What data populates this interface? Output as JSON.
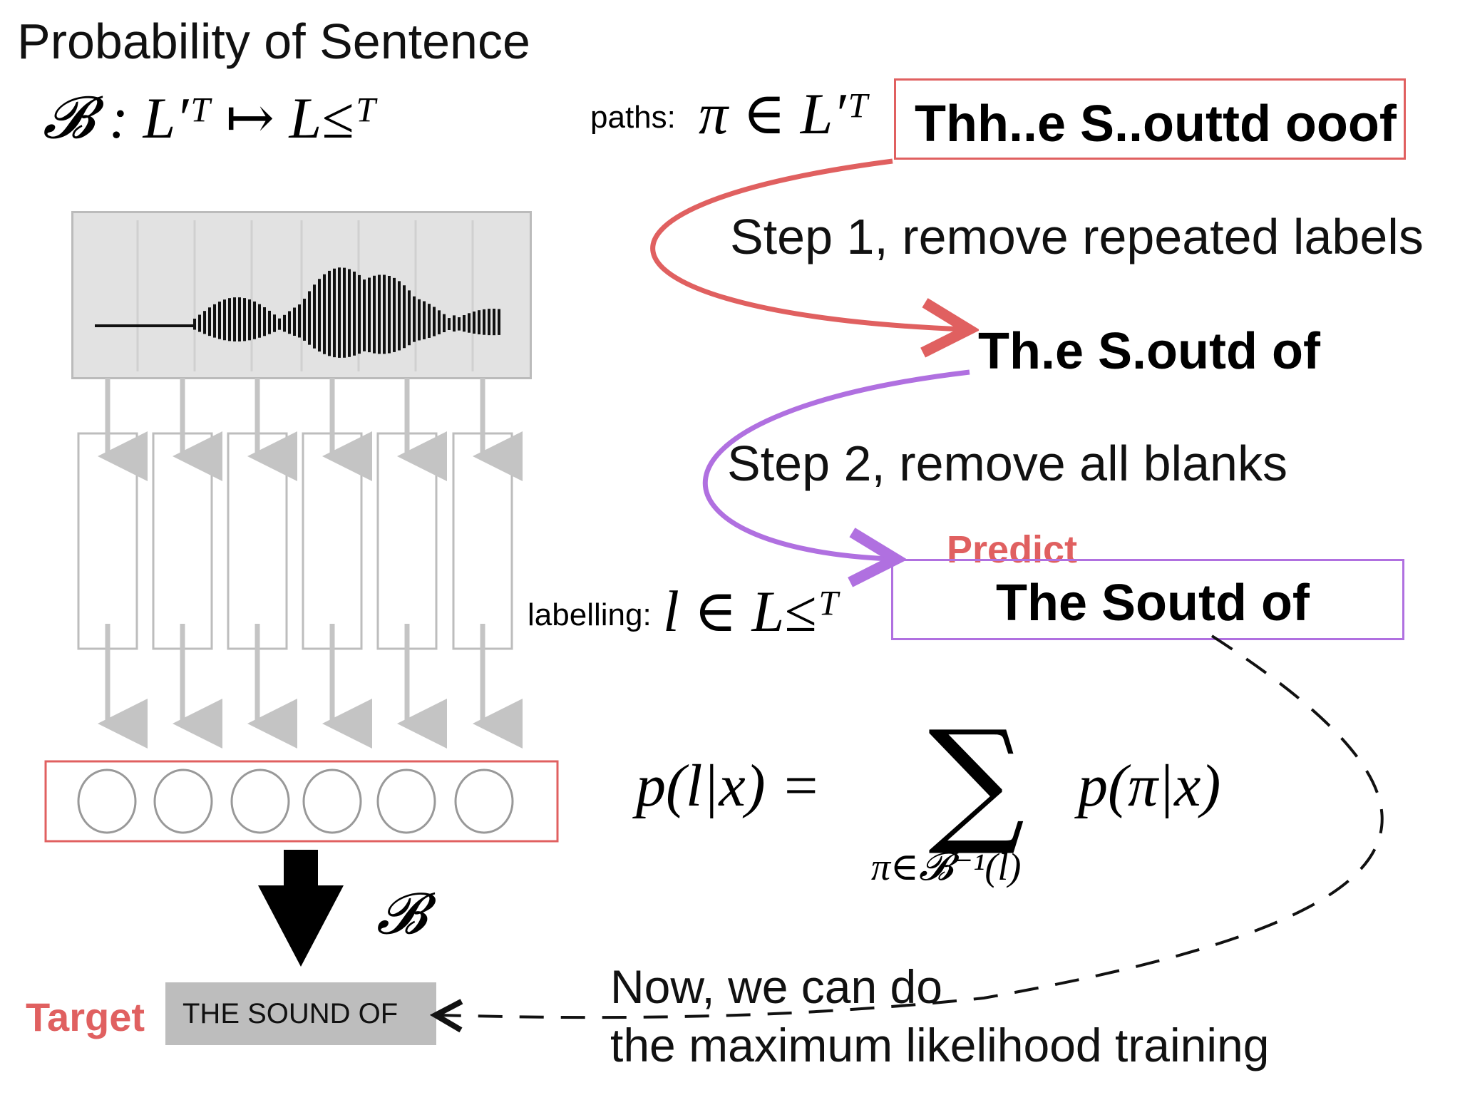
{
  "title": "Probability of Sentence",
  "mapping": "𝓑 : L′ᵀ ↦ L≤ᵀ",
  "paths": {
    "label": "paths:",
    "math": "π ∈ L′ᵀ",
    "example": "Thh..e S..outtd ooof"
  },
  "steps": {
    "step1": "Step 1, remove repeated labels",
    "collapsed": "Th.e S.outd of",
    "step2": "Step 2, remove all blanks"
  },
  "labelling": {
    "label": "labelling:",
    "math": "l ∈ L≤ᵀ",
    "predict_label": "Predict",
    "prediction": "The Soutd of"
  },
  "formula": {
    "lhs": "p(l|x) =",
    "sum": "∑",
    "subscript": "π∈𝓑⁻¹(l)",
    "rhs": "p(π|x)"
  },
  "b_symbol": "𝓑",
  "target": {
    "label": "Target",
    "text": "THE SOUND OF"
  },
  "note": {
    "line1": "Now, we can do",
    "line2": "the maximum likelihood training"
  },
  "icons": [
    "spectrogram-icon",
    "down-arrow-icon"
  ],
  "colors": {
    "red": "#e06060",
    "purple": "#b070e0",
    "gray": "#bbbbbb"
  }
}
